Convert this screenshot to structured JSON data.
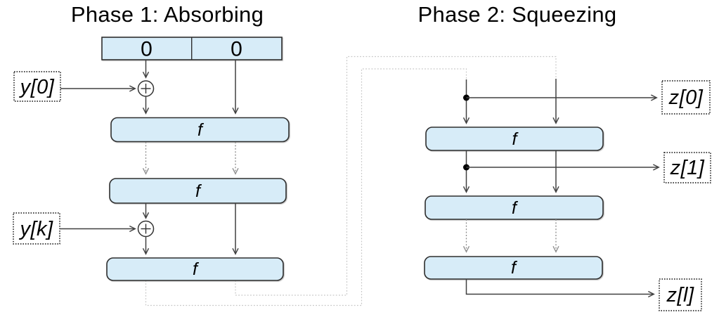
{
  "diagram": {
    "phase1_title": "Phase 1: Absorbing",
    "phase2_title": "Phase 2: Squeezing",
    "state_cells": [
      "0",
      "0"
    ],
    "function_label": "f",
    "icons": {
      "xor": "⊕"
    },
    "inputs": [
      {
        "label": "y[0]"
      },
      {
        "label": "y[k]"
      }
    ],
    "outputs": [
      {
        "label": "z[0]"
      },
      {
        "label": "z[1]"
      },
      {
        "label": "z[l]"
      }
    ],
    "colors": {
      "box_fill": "#d7ecf8",
      "box_stroke": "#2e2e2e",
      "arrow": "#404040",
      "dashed_arrow": "#8c8c8c",
      "routing_dotted": "#c6c6c6",
      "text": "#000000",
      "background": "#ffffff"
    }
  }
}
